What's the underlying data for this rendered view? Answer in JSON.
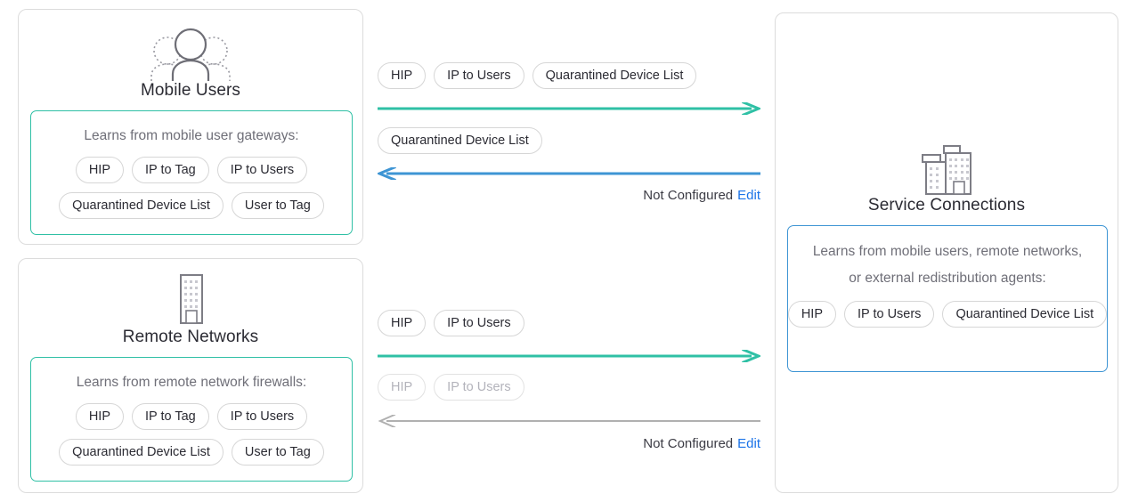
{
  "cards": {
    "mobile_users": {
      "title": "Mobile Users",
      "icon": "people-group-icon",
      "learns_label": "Learns from mobile user gateways:",
      "border_color": "#2fc0a5",
      "pills_row1": [
        "HIP",
        "IP to Tag",
        "IP to Users"
      ],
      "pills_row2": [
        "Quarantined Device List",
        "User to Tag"
      ]
    },
    "remote_networks": {
      "title": "Remote Networks",
      "icon": "building-icon",
      "learns_label": "Learns from remote network firewalls:",
      "border_color": "#2fc0a5",
      "pills_row1": [
        "HIP",
        "IP to Tag",
        "IP to Users"
      ],
      "pills_row2": [
        "Quarantined Device List",
        "User to Tag"
      ]
    },
    "service_connections": {
      "title": "Service Connections",
      "icon": "two-buildings-icon",
      "learns_label": "Learns from mobile users, remote networks, or external redistribution agents:",
      "border_color": "#3e95d4",
      "pills_row1": [
        "HIP",
        "IP to Users",
        "Quarantined Device List"
      ]
    }
  },
  "flows": {
    "mobile_outbound": {
      "pills": [
        "HIP",
        "IP to Users",
        "Quarantined Device List"
      ],
      "direction": "right",
      "arrow_color": "#2fc0a5"
    },
    "mobile_inbound": {
      "pills": [
        "Quarantined Device List"
      ],
      "direction": "left",
      "arrow_color": "#3e95d4",
      "status_text": "Not Configured",
      "edit_label": "Edit"
    },
    "remote_outbound": {
      "pills": [
        "HIP",
        "IP to Users"
      ],
      "direction": "right",
      "arrow_color": "#2fc0a5"
    },
    "remote_inbound": {
      "pills": [
        "HIP",
        "IP to Users"
      ],
      "pills_dimmed": true,
      "direction": "left",
      "arrow_color": "#b0b0b0",
      "status_text": "Not Configured",
      "edit_label": "Edit"
    }
  }
}
